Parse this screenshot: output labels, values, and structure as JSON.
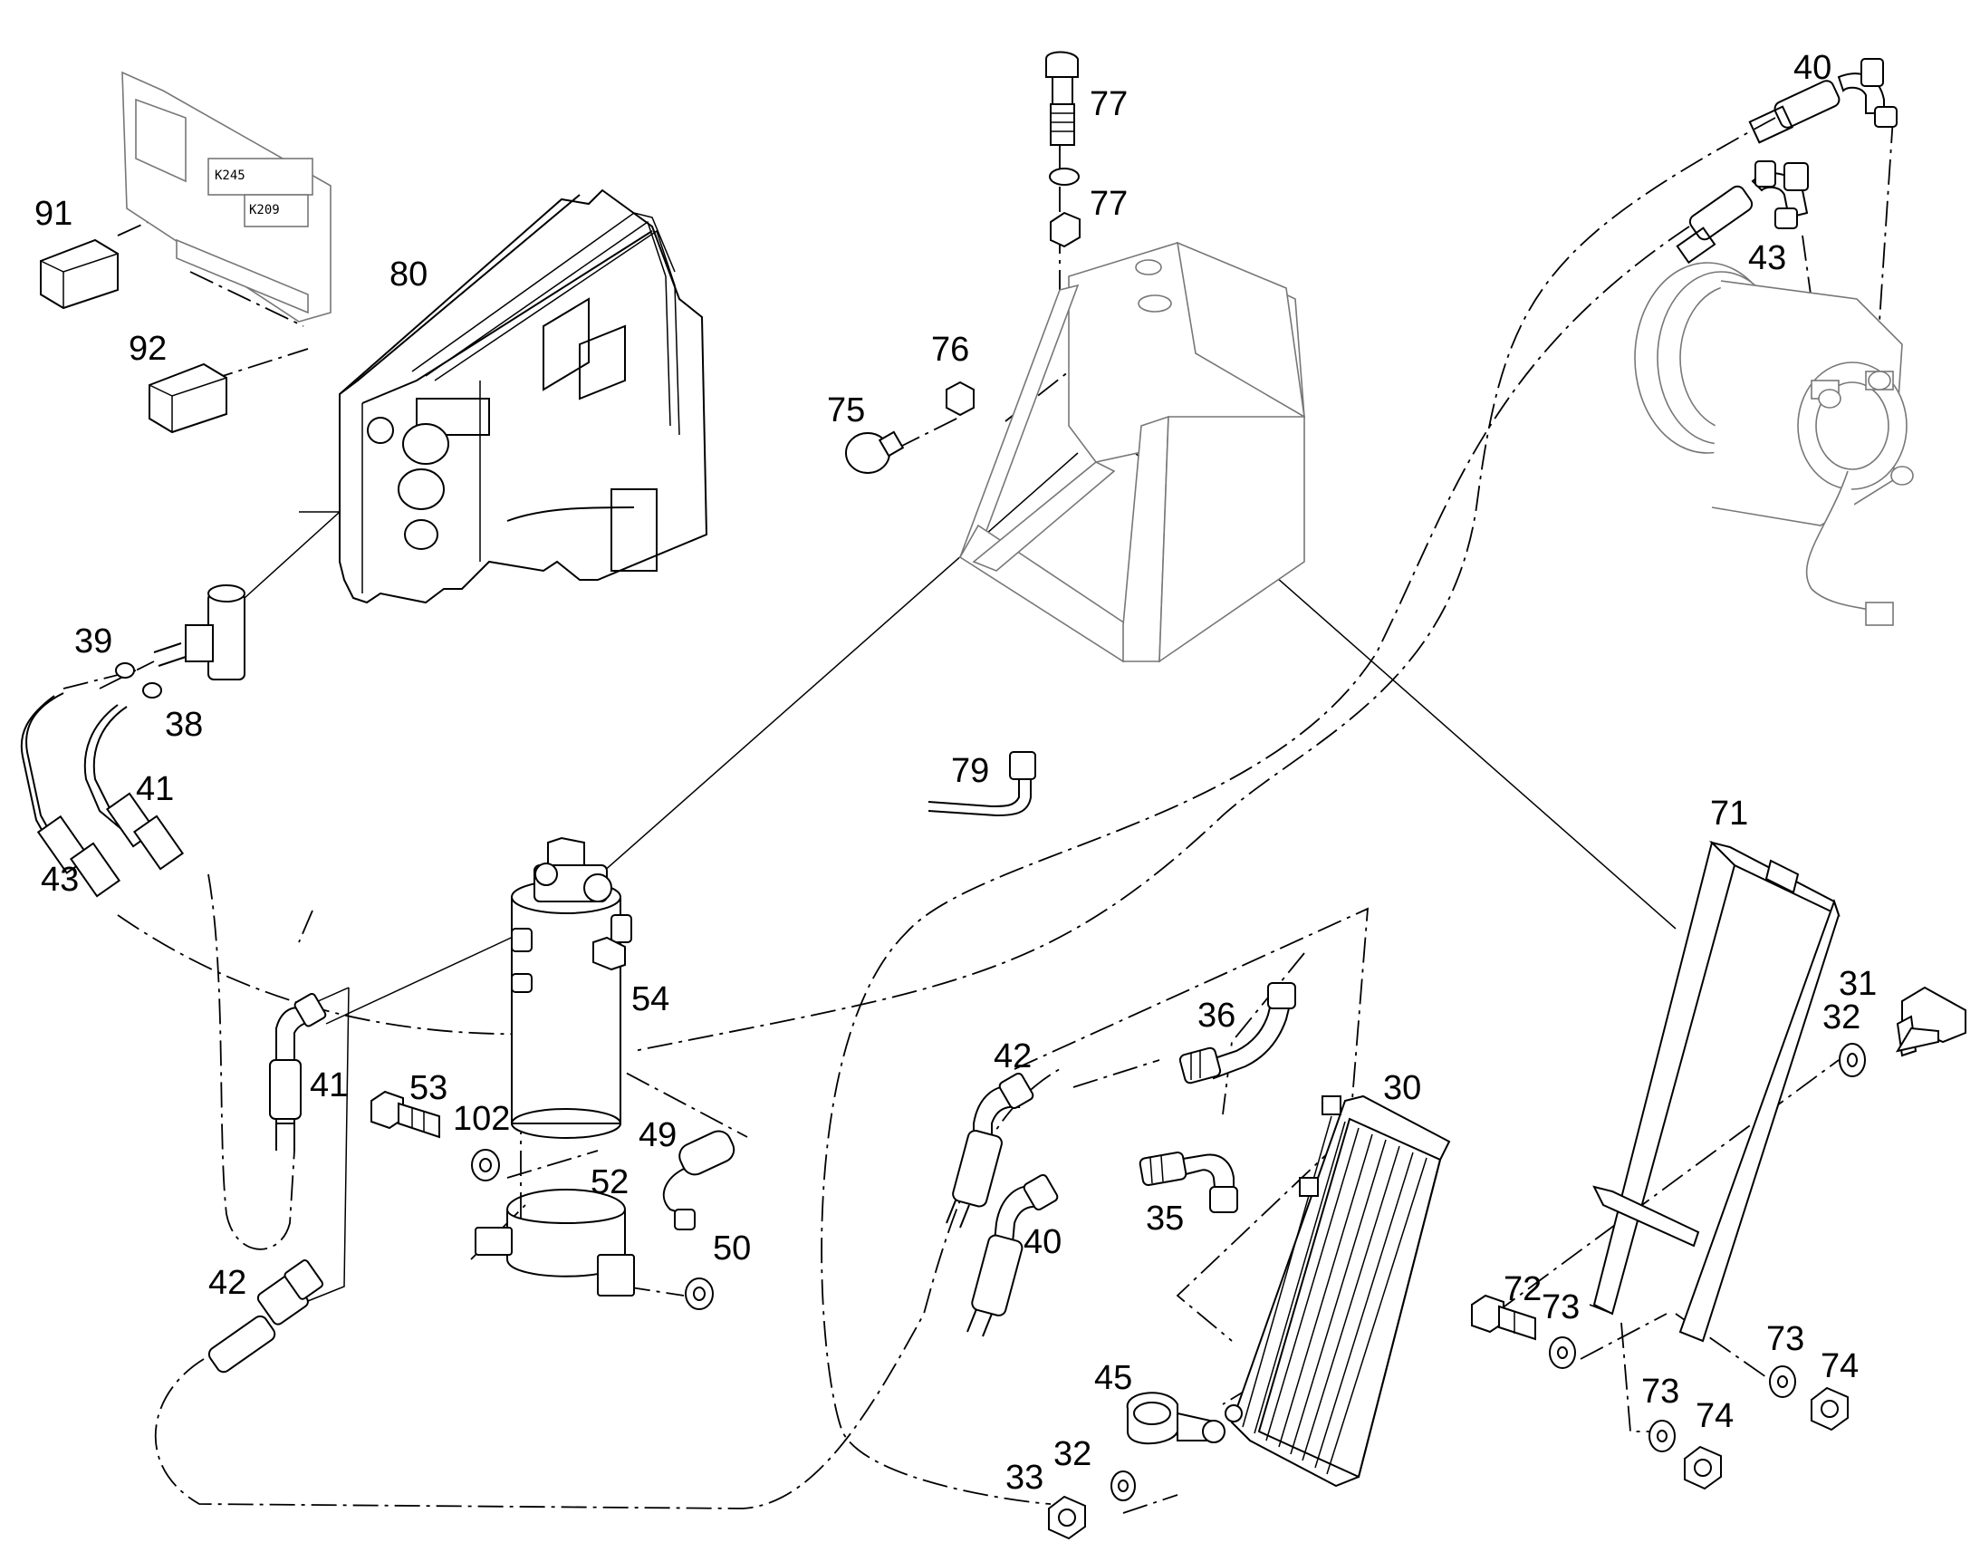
{
  "labels": {
    "p91": "91",
    "p92": "92",
    "p80": "80",
    "p39": "39",
    "p38": "38",
    "p41a": "41",
    "p43a": "43",
    "p77a": "77",
    "p77b": "77",
    "p76": "76",
    "p75": "75",
    "p40a": "40",
    "p43b": "43",
    "p79": "79",
    "p71": "71",
    "p54": "54",
    "p41b": "41",
    "p53": "53",
    "p102": "102",
    "p49": "49",
    "p52": "52",
    "p50": "50",
    "p42a": "42",
    "p42b": "42",
    "p36": "36",
    "p30": "30",
    "p40b": "40",
    "p35": "35",
    "p31": "31",
    "p32a": "32",
    "p72": "72",
    "p73a": "73",
    "p73b": "73",
    "p74a": "74",
    "p73c": "73",
    "p74b": "74",
    "p45": "45",
    "p32b": "32",
    "p33": "33"
  },
  "relay_box": {
    "k245": "K245",
    "k209": "K209"
  },
  "colors": {
    "line": "#000000",
    "grey_part": "#777777",
    "background": "#ffffff"
  }
}
